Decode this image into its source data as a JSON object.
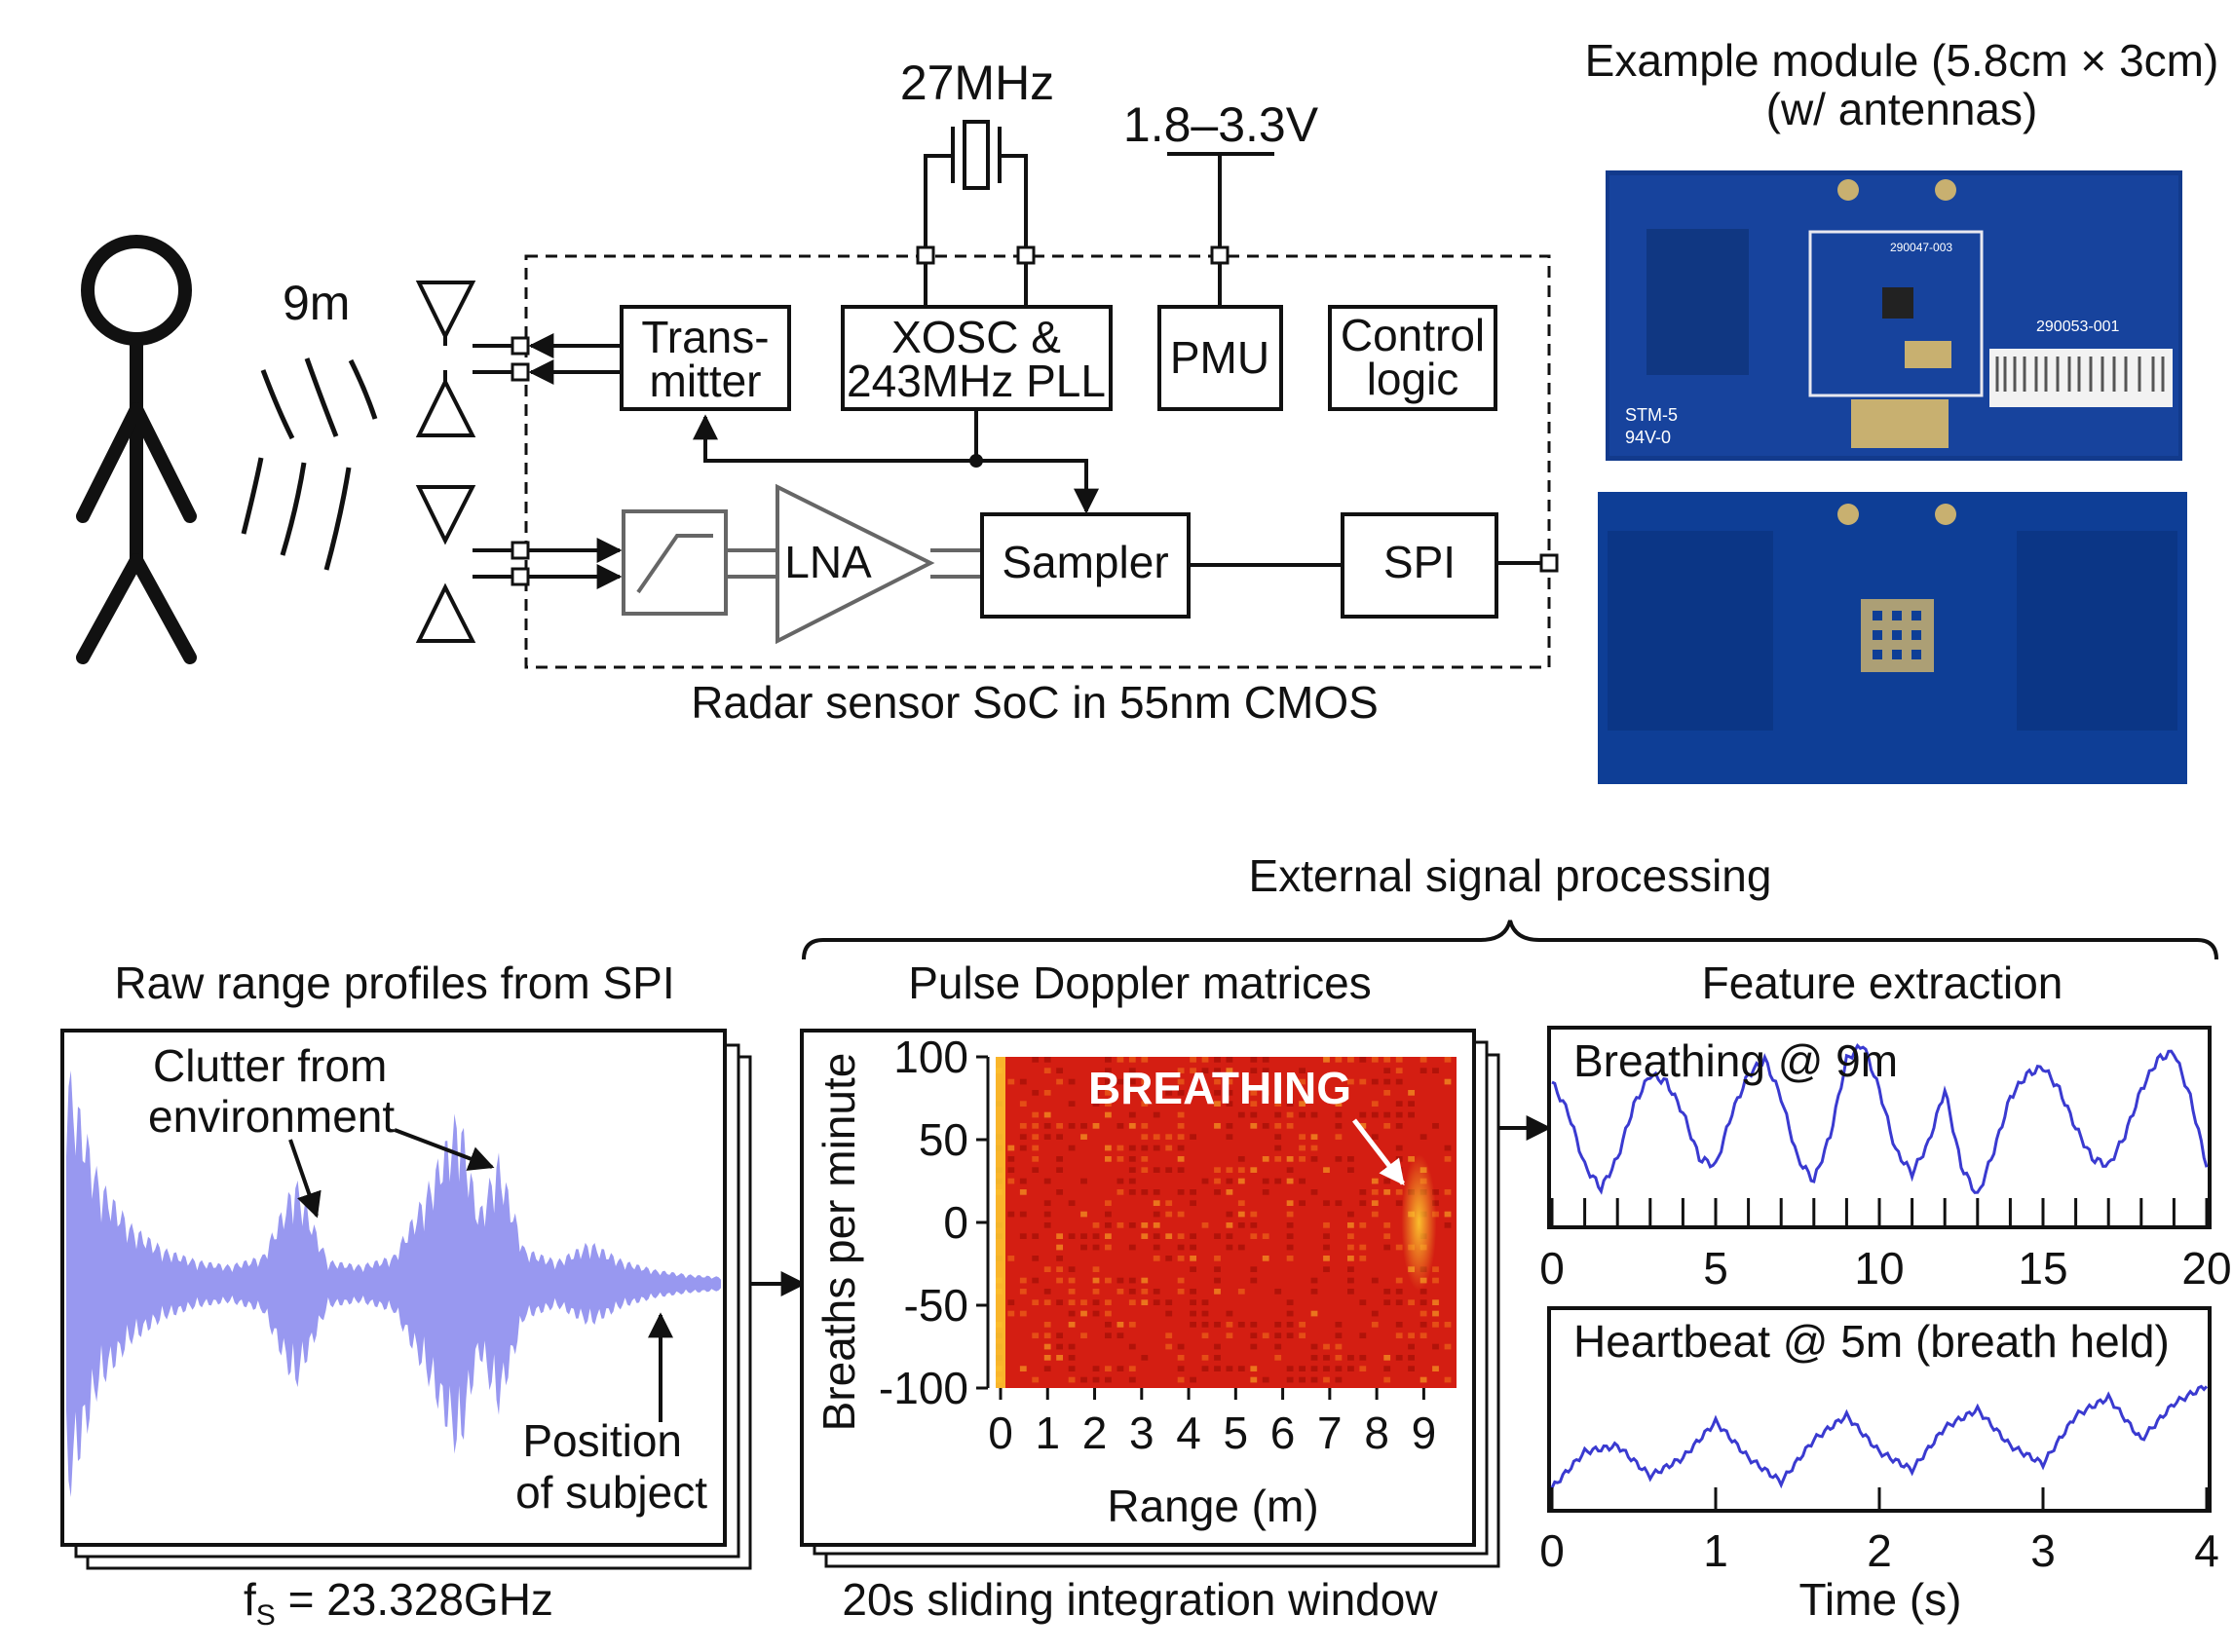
{
  "block_diagram": {
    "distance_label": "9m",
    "crystal_label": "27MHz",
    "supply_label": "1.8–3.3V",
    "transmitter_label": [
      "Trans-",
      "mitter"
    ],
    "xosc_label": [
      "XOSC &",
      "243MHz PLL"
    ],
    "pmu_label": "PMU",
    "control_label": [
      "Control",
      "logic"
    ],
    "lna_label": "LNA",
    "sampler_label": "Sampler",
    "spi_label": "SPI",
    "soc_caption": "Radar sensor SoC in 55nm CMOS"
  },
  "module": {
    "caption": [
      "Example module (5.8cm × 3cm)",
      "(w/ antennas)"
    ],
    "board_top_text": [
      "290047-003",
      "STM-5",
      "94V-0",
      "290053-001"
    ]
  },
  "processing": {
    "external_label": "External signal processing",
    "raw_title": "Raw range profiles from SPI",
    "clutter_label": [
      "Clutter from",
      "environment"
    ],
    "subject_label": [
      "Position",
      "of subject"
    ],
    "fs_label": "f",
    "fs_sub": "S",
    "fs_value": " = 23.328GHz",
    "doppler_title": "Pulse Doppler matrices",
    "window_caption": "20s sliding integration window",
    "breathing_label": "BREATHING",
    "feature_title": "Feature extraction"
  },
  "chart_data": [
    {
      "type": "heatmap",
      "ylabel": "Breaths per minute",
      "xlabel": "Range (m)",
      "xlim": [
        0,
        9.8
      ],
      "ylim": [
        -100,
        100
      ],
      "xticks": [
        0,
        1,
        2,
        3,
        4,
        5,
        6,
        7,
        8,
        9
      ],
      "yticks": [
        100,
        50,
        0,
        -50,
        -100
      ],
      "annotation": "BREATHING",
      "hotspot": {
        "x": 9,
        "y": 0
      }
    },
    {
      "type": "line",
      "title": "Breathing @ 9m",
      "xlim": [
        0,
        20
      ],
      "xticks": [
        0,
        5,
        10,
        15,
        20
      ],
      "series": [
        {
          "x": [
            0,
            0.5,
            1,
            1.5,
            2,
            2.5,
            3,
            3.5,
            4,
            4.5,
            5,
            5.5,
            6,
            6.5,
            7,
            7.5,
            8,
            8.5,
            9,
            9.5,
            10,
            10.5,
            11,
            11.5,
            12,
            12.5,
            13,
            13.5,
            14,
            14.5,
            15,
            15.5,
            16,
            16.5,
            17,
            17.5,
            18,
            18.5,
            19,
            19.5,
            20
          ],
          "y": [
            0.5,
            0.1,
            -0.6,
            -0.9,
            -0.5,
            0.2,
            0.6,
            0.5,
            0.1,
            -0.5,
            -0.6,
            0.1,
            0.6,
            0.8,
            0.3,
            -0.5,
            -0.8,
            -0.2,
            0.8,
            1.0,
            0.4,
            -0.4,
            -0.7,
            -0.3,
            0.4,
            -0.6,
            -1.0,
            -0.4,
            0.3,
            0.6,
            0.7,
            0.4,
            -0.1,
            -0.5,
            -0.6,
            -0.2,
            0.4,
            0.8,
            0.9,
            0.3,
            -0.6
          ]
        }
      ]
    },
    {
      "type": "line",
      "title": "Heartbeat @ 5m (breath held)",
      "xlabel": "Time (s)",
      "xlim": [
        0,
        4
      ],
      "xticks": [
        0,
        1,
        2,
        3,
        4
      ],
      "series": [
        {
          "x": [
            0,
            0.2,
            0.4,
            0.6,
            0.8,
            1.0,
            1.2,
            1.4,
            1.6,
            1.8,
            2.0,
            2.2,
            2.4,
            2.6,
            2.8,
            3.0,
            3.2,
            3.4,
            3.6,
            3.8,
            4.0
          ],
          "y": [
            -0.8,
            -0.2,
            -0.1,
            -0.6,
            -0.3,
            0.3,
            -0.3,
            -0.7,
            0.0,
            0.4,
            -0.2,
            -0.5,
            0.2,
            0.5,
            -0.1,
            -0.4,
            0.4,
            0.7,
            0.0,
            0.6,
            0.9
          ]
        }
      ]
    },
    {
      "type": "area",
      "title": "Raw range profiles from SPI",
      "annotations": [
        "Clutter from environment",
        "Position of subject"
      ],
      "series": [
        {
          "x": [
            0,
            0.05,
            0.1,
            0.15,
            0.2,
            0.25,
            0.3,
            0.35,
            0.4,
            0.45,
            0.5,
            0.55,
            0.6,
            0.63,
            0.66,
            0.7,
            0.75,
            0.8,
            0.85,
            0.9,
            0.95,
            1.0
          ],
          "y": [
            0.95,
            0.45,
            0.25,
            0.15,
            0.1,
            0.08,
            0.12,
            0.45,
            0.1,
            0.08,
            0.12,
            0.4,
            0.75,
            0.3,
            0.55,
            0.15,
            0.1,
            0.18,
            0.1,
            0.06,
            0.04,
            0.03
          ]
        }
      ]
    }
  ],
  "colors": {
    "line_blue": "#3a3ad0",
    "raw_fill": "#9898f0",
    "heat_base": "#d41e12",
    "heat_hot": "#ffd030",
    "board_blue": "#123a8c"
  }
}
